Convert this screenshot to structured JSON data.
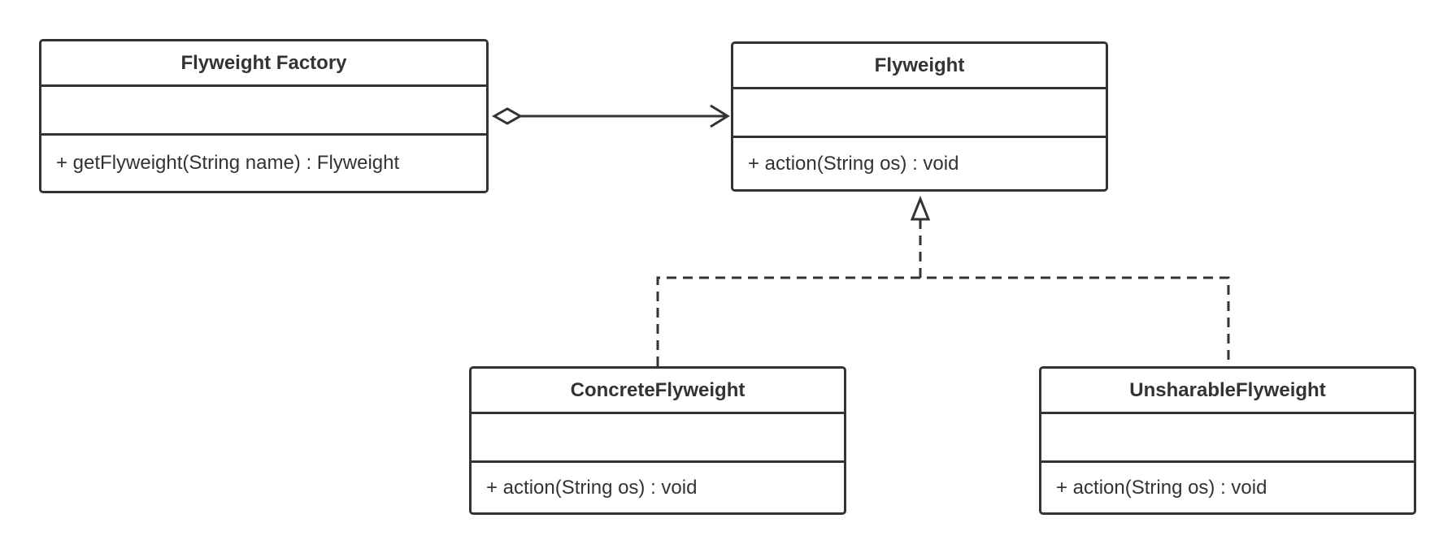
{
  "diagram": {
    "classes": [
      {
        "id": "flyweight-factory",
        "name": "Flyweight Factory",
        "attributes": [],
        "operations": [
          "+ getFlyweight(String name) : Flyweight"
        ]
      },
      {
        "id": "flyweight",
        "name": "Flyweight",
        "attributes": [],
        "operations": [
          "+ action(String os) : void"
        ]
      },
      {
        "id": "concrete",
        "name": "ConcreteFlyweight",
        "attributes": [],
        "operations": [
          "+ action(String os) : void"
        ]
      },
      {
        "id": "unsharable",
        "name": "UnsharableFlyweight",
        "attributes": [],
        "operations": [
          "+ action(String os) : void"
        ]
      }
    ],
    "relations": [
      {
        "type": "aggregation",
        "from": "Flyweight Factory",
        "to": "Flyweight"
      },
      {
        "type": "realization",
        "from": "ConcreteFlyweight",
        "to": "Flyweight"
      },
      {
        "type": "realization",
        "from": "UnsharableFlyweight",
        "to": "Flyweight"
      }
    ],
    "colors": {
      "stroke": "#333333",
      "background": "#ffffff"
    }
  }
}
